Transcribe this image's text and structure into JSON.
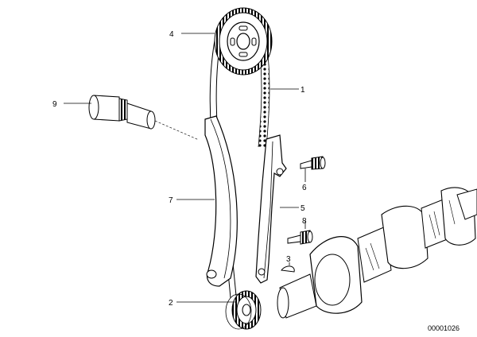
{
  "diagram": {
    "callouts": [
      {
        "id": "1",
        "label": "1"
      },
      {
        "id": "2",
        "label": "2"
      },
      {
        "id": "3",
        "label": "3"
      },
      {
        "id": "4",
        "label": "4"
      },
      {
        "id": "5",
        "label": "5"
      },
      {
        "id": "6",
        "label": "6"
      },
      {
        "id": "7",
        "label": "7"
      },
      {
        "id": "8",
        "label": "8"
      },
      {
        "id": "9",
        "label": "9"
      }
    ],
    "drawing_number": "00001026"
  }
}
